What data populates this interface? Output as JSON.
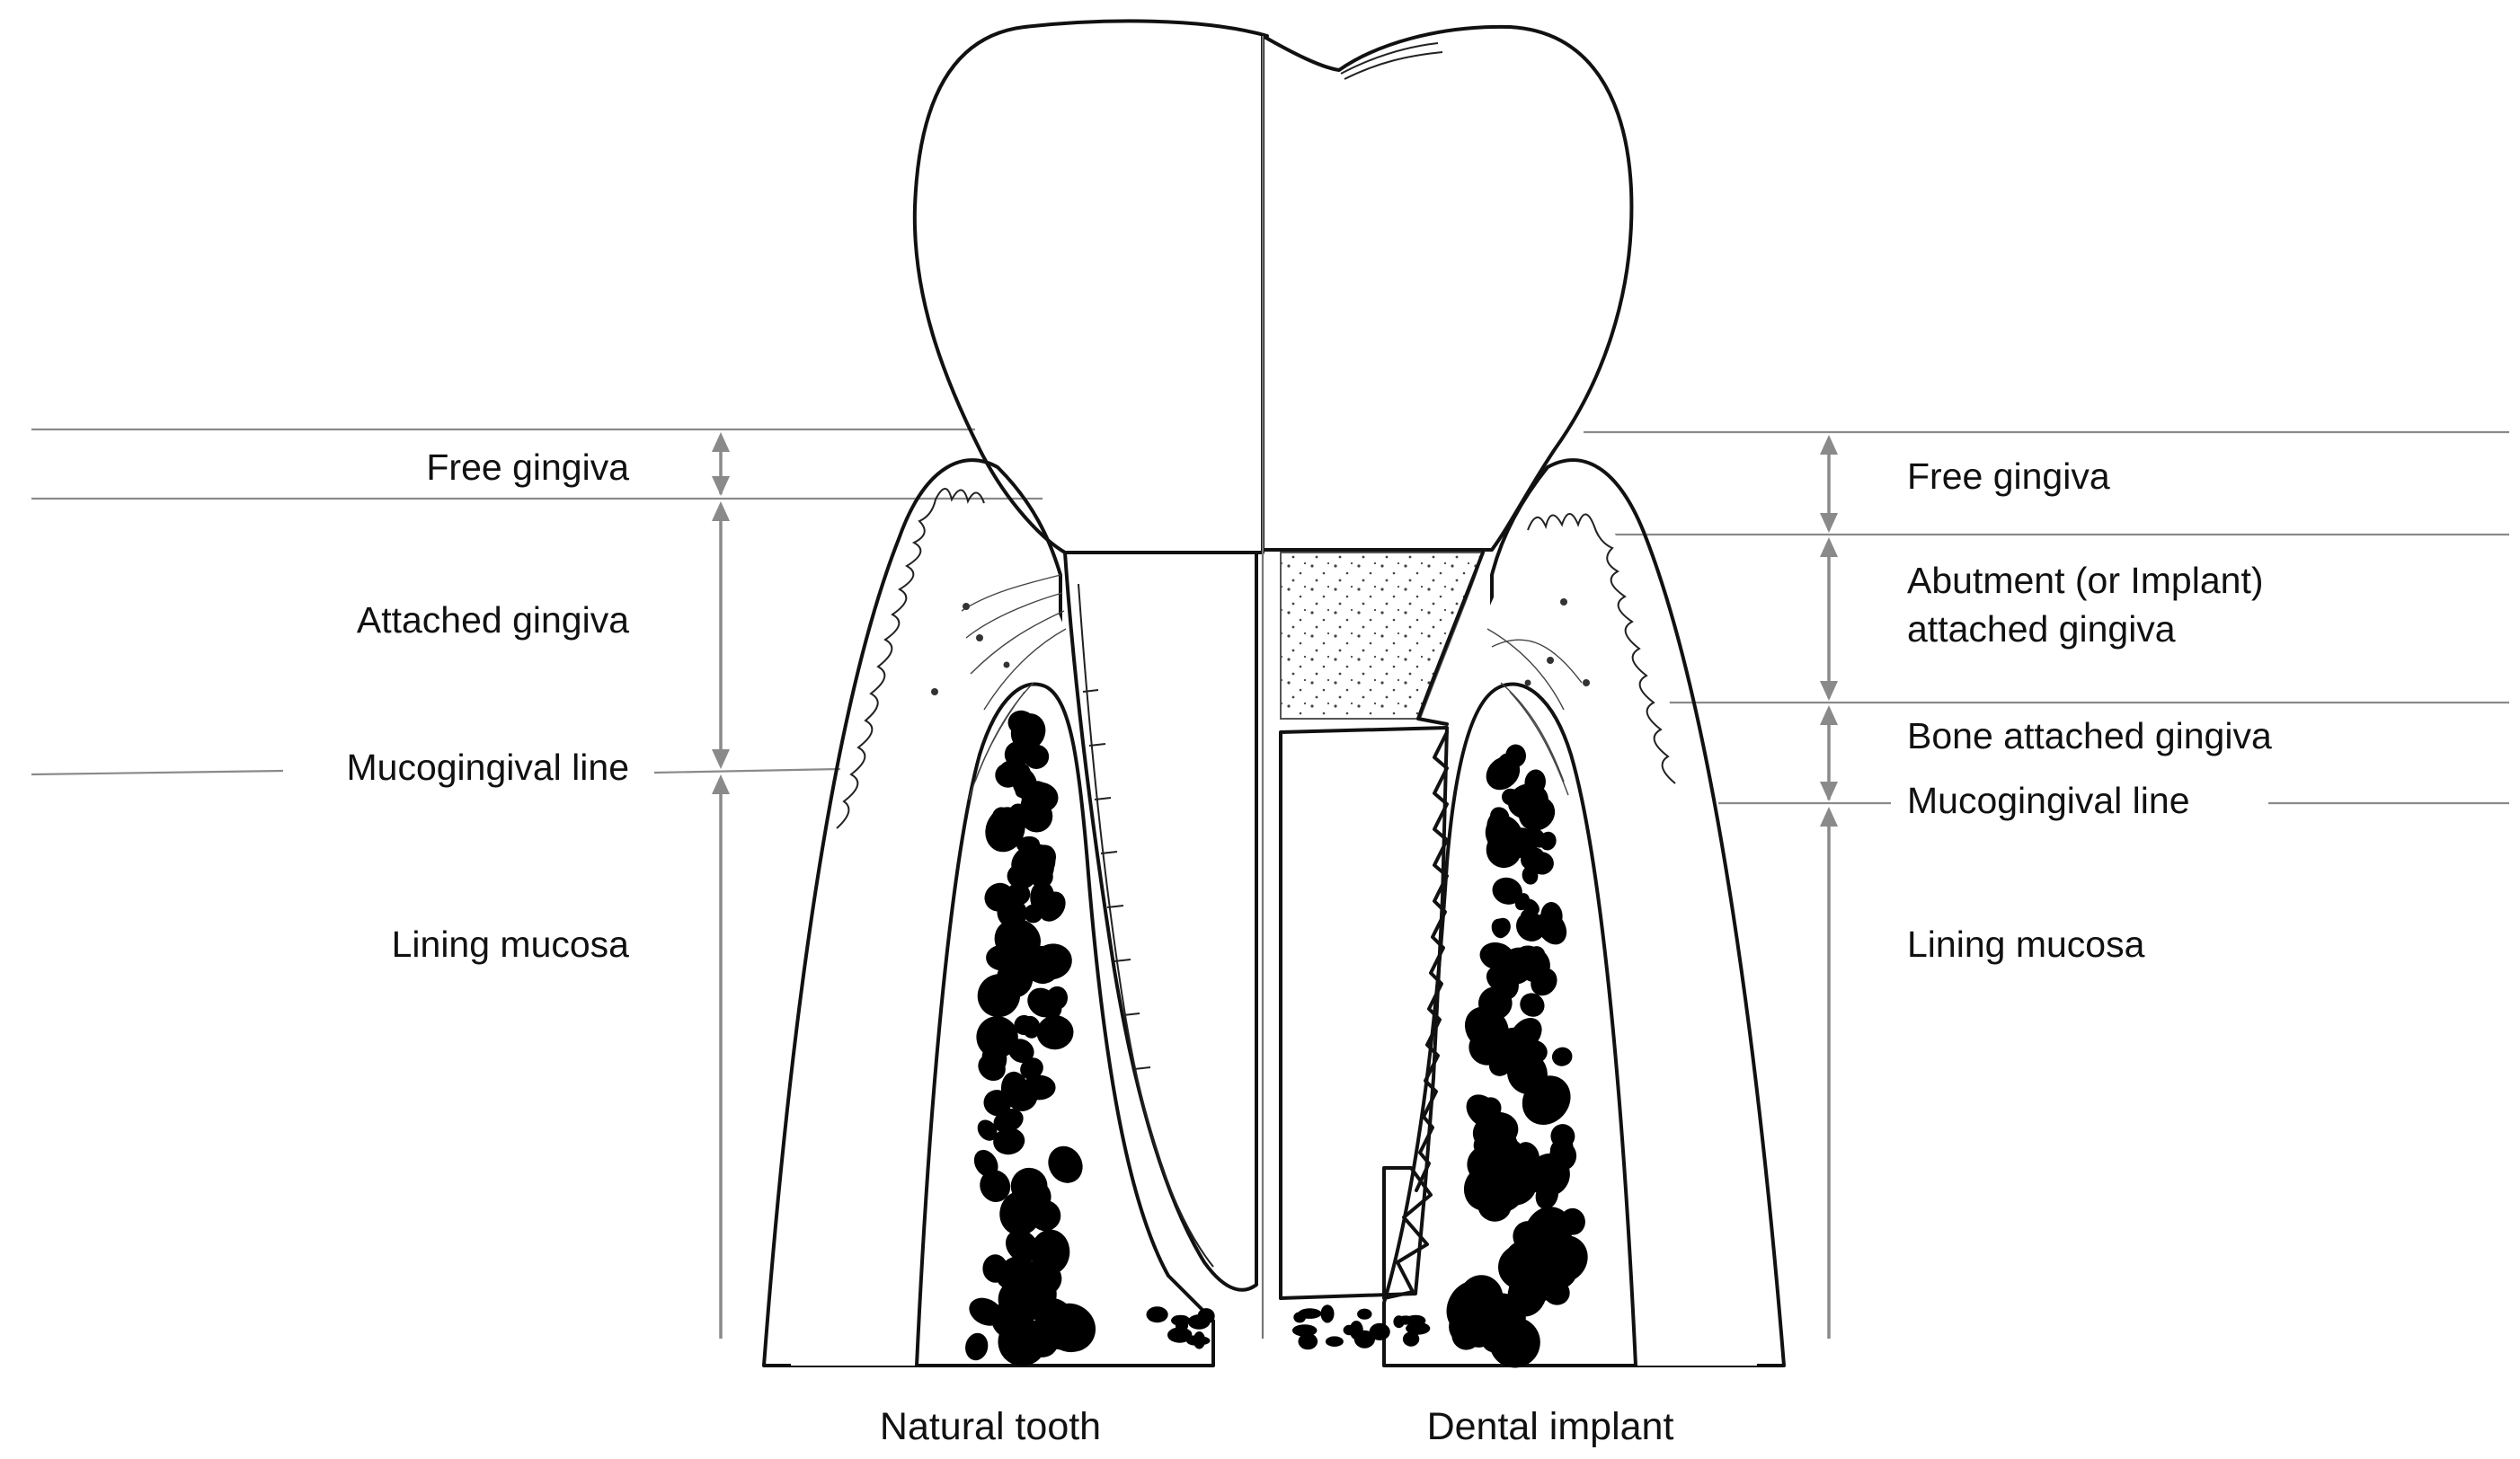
{
  "figure": {
    "left_side": {
      "labels": {
        "free_gingiva": "Free gingiva",
        "attached_gingiva": "Attached gingiva",
        "mucogingival_line": "Mucogingival line",
        "lining_mucosa": "Lining mucosa"
      },
      "caption": "Natural tooth"
    },
    "right_side": {
      "labels": {
        "free_gingiva": "Free gingiva",
        "abutment_attached_gingiva_line1": "Abutment (or Implant)",
        "abutment_attached_gingiva_line2": "attached gingiva",
        "bone_attached_gingiva": "Bone attached gingiva",
        "mucogingival_line": "Mucogingival line",
        "lining_mucosa": "Lining mucosa"
      },
      "caption": "Dental implant"
    },
    "colors": {
      "ink": "#111111",
      "guide_lines": "#8a8a8a",
      "background": "#ffffff"
    }
  }
}
